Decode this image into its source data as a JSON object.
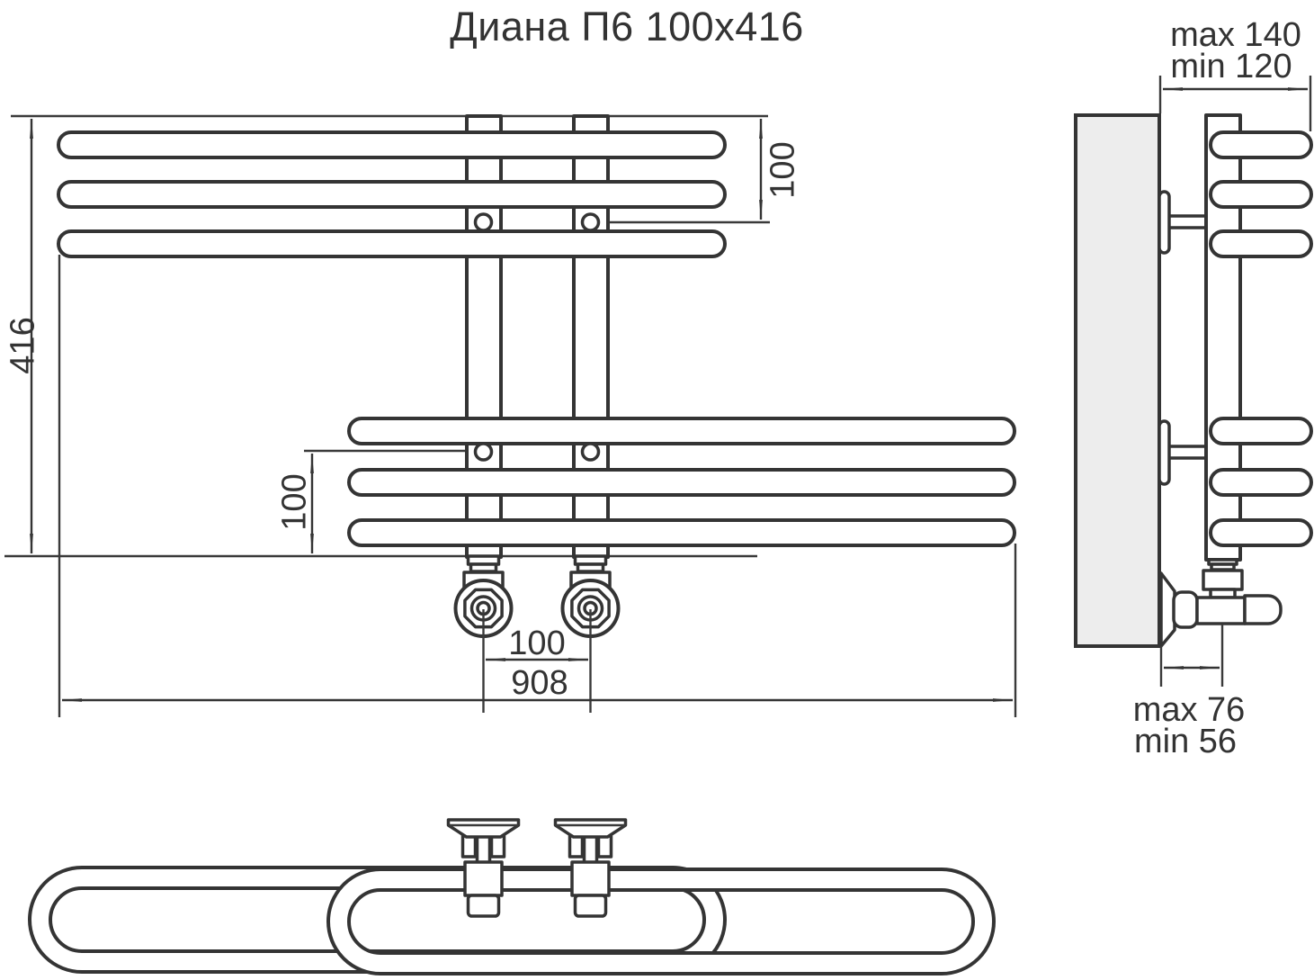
{
  "title": "Диана П6 100x416",
  "front_view": {
    "height_mm": "416",
    "top_rail_spacing_mm": "100",
    "bottom_rail_spacing_mm": "100",
    "valve_spacing_mm": "100",
    "overall_width_mm": "908"
  },
  "side_view": {
    "wall_clearance_max": "max 140",
    "wall_clearance_min": "min 120",
    "valve_wall_offset_max": "max 76",
    "valve_wall_offset_min": "min 56"
  },
  "colors": {
    "line": "#343434",
    "text": "#333333",
    "wall_fill": "#ededed",
    "background": "#ffffff"
  }
}
